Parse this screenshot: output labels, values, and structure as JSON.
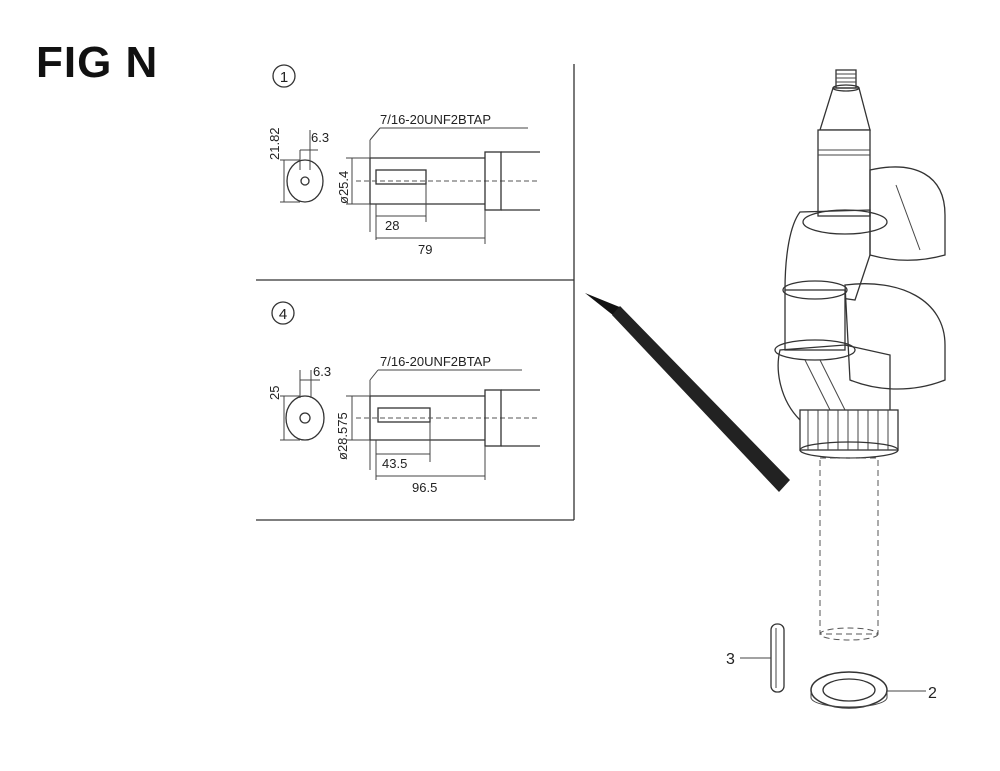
{
  "figure": {
    "title": "FIG N"
  },
  "detail_1": {
    "index": "1",
    "tap_label": "7/16-20UNF2BTAP",
    "key_width": "6.3",
    "key_height": "21.82",
    "shaft_dia": "ø25.4",
    "depth": "28",
    "length": "79"
  },
  "detail_4": {
    "index": "4",
    "tap_label": "7/16-20UNF2BTAP",
    "key_width": "6.3",
    "key_height": "25",
    "shaft_dia": "ø28.575",
    "depth": "43.5",
    "length": "96.5"
  },
  "callouts": [
    {
      "number": "3"
    },
    {
      "number": "2"
    }
  ]
}
